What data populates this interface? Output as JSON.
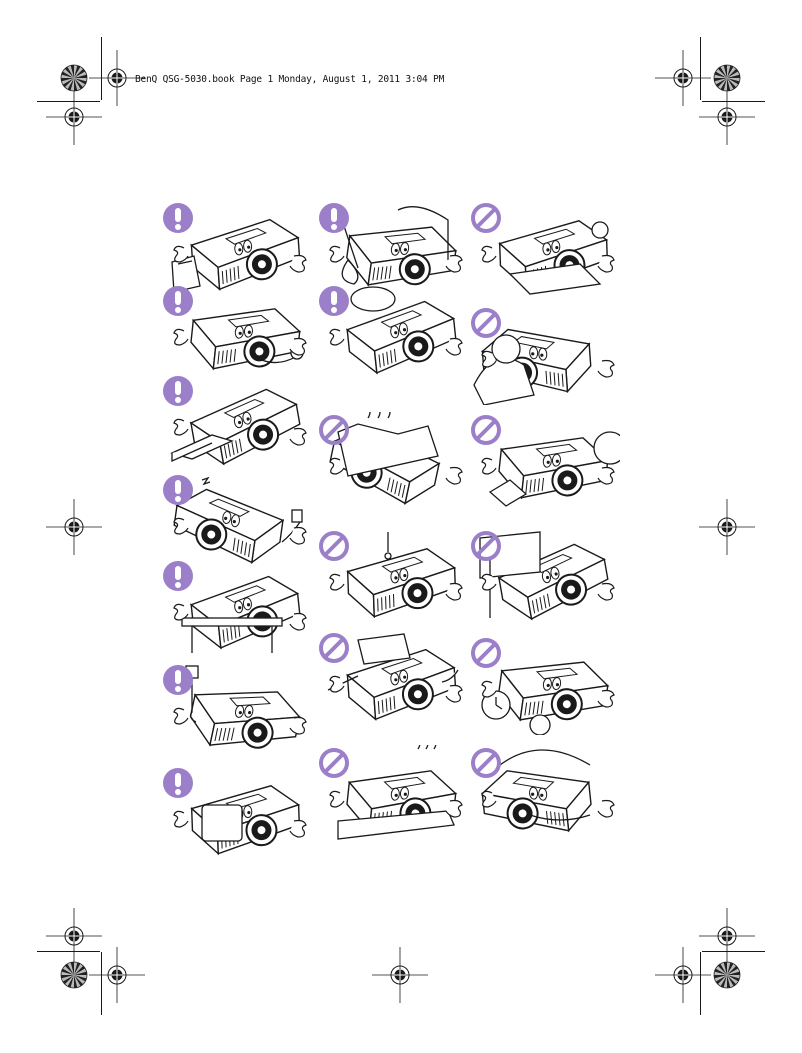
{
  "header": {
    "text": "BenQ QSG-5030.book  Page 1  Monday, August 1, 2011  3:04 PM"
  },
  "colors": {
    "mandatory": "#9b7fc9",
    "prohibited": "#9b7fc9",
    "line": "#1a1a1a"
  },
  "icons": {
    "mandatory": "exclamation-circle-icon",
    "prohibited": "prohibited-circle-icon",
    "registration": "crosshair-registration-icon",
    "color_wheel": "color-wheel-icon"
  },
  "safety_grid": {
    "columns": [
      [
        "mandatory",
        "mandatory",
        "mandatory",
        "mandatory",
        "mandatory",
        "mandatory",
        "mandatory"
      ],
      [
        "mandatory",
        "mandatory",
        "prohibited",
        "prohibited",
        "prohibited",
        "prohibited"
      ],
      [
        "prohibited",
        "prohibited",
        "prohibited",
        "prohibited",
        "prohibited",
        "prohibited"
      ]
    ]
  }
}
